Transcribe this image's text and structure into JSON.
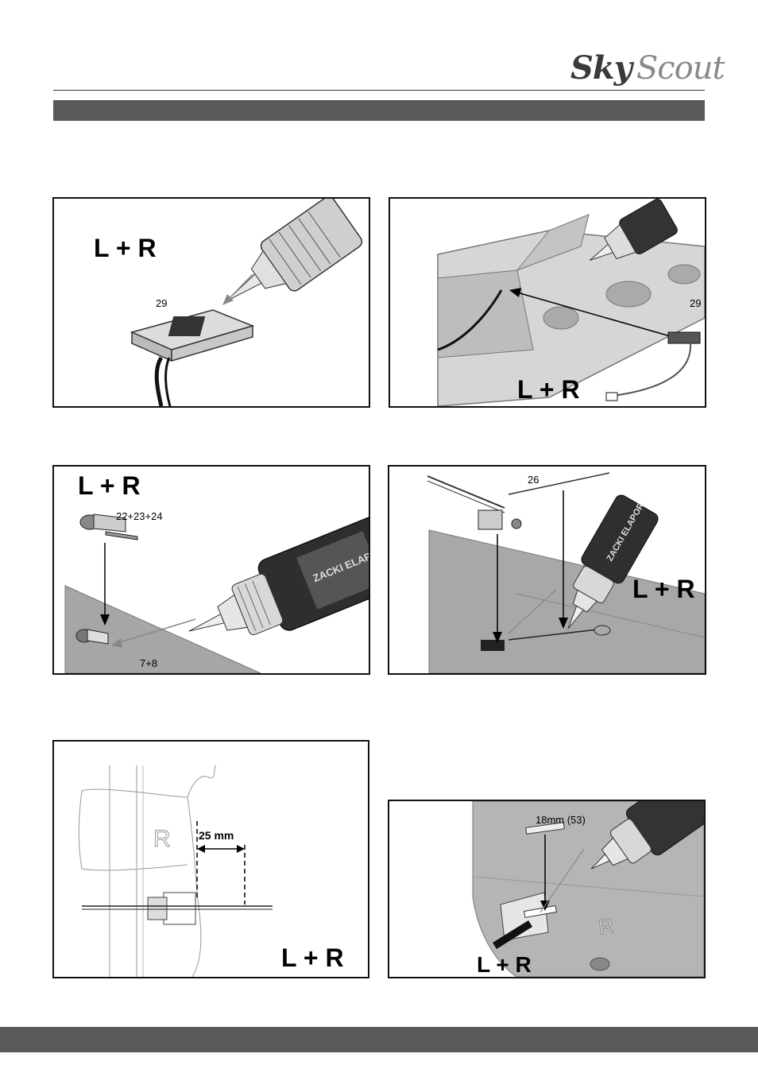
{
  "brand": {
    "sky": "Sky",
    "scout": "Scout"
  },
  "panels": [
    {
      "lr": "L + R",
      "labels": [
        "29"
      ]
    },
    {
      "lr": "L + R",
      "labels": [
        "29"
      ]
    },
    {
      "lr": "L + R",
      "labels": [
        "22+23+24",
        "7+8"
      ],
      "bottle_text": "ZACKI ELAPOR"
    },
    {
      "lr": "L + R",
      "labels": [
        "26"
      ],
      "bottle_text": "ZACKI ELAPOR"
    },
    {
      "lr": "L + R",
      "labels": [
        "25 mm"
      ],
      "wing_letter": "R"
    },
    {
      "lr": "L + R",
      "labels": [
        "18mm (53)"
      ],
      "wing_letter": "R"
    }
  ]
}
